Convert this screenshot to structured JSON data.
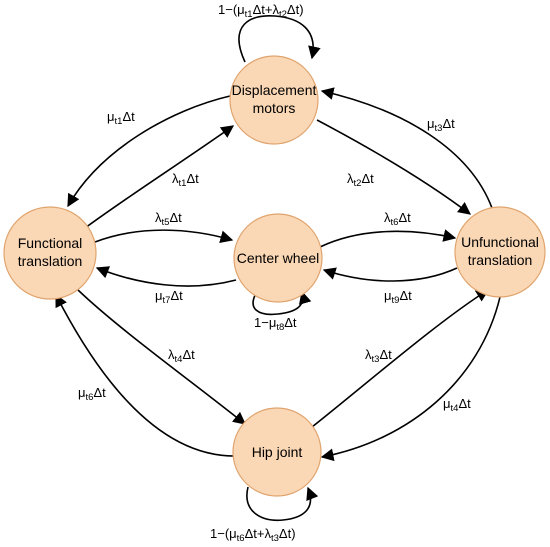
{
  "diagram": {
    "nodes": {
      "displacement": {
        "line1": "Displacement",
        "line2": "motors"
      },
      "functional": {
        "line1": "Functional",
        "line2": "translation"
      },
      "center": {
        "label": "Center wheel"
      },
      "unfunctional": {
        "line1": "Unfunctional",
        "line2": "translation"
      },
      "hip": {
        "label": "Hip joint"
      }
    },
    "labels": {
      "disp_self": "1−(μt1Δt+λt2Δt)",
      "disp_to_func": "μt1Δt",
      "func_to_disp": "λt1Δt",
      "disp_to_unfunc": "λt2Δt",
      "unfunc_to_disp": "μt3Δt",
      "func_to_center": "λt5Δt",
      "center_to_func": "μt7Δt",
      "center_self": "1−μt8Δt",
      "center_to_unfunc": "λt6Δt",
      "unfunc_to_center": "μt9Δt",
      "func_to_hip": "λt4Δt",
      "hip_to_func": "μt6Δt",
      "hip_to_unfunc": "λt3Δt",
      "unfunc_to_hip": "μt4Δt",
      "hip_self": "1−(μt6Δt+λt3Δt)"
    }
  }
}
